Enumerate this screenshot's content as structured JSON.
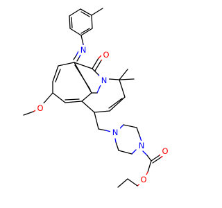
{
  "atoms": {
    "n_imine": "N",
    "o_ketone": "O",
    "n_ring": "N",
    "o_methoxy": "O",
    "n_pip1": "N",
    "n_pip2": "N",
    "o_carbonyl": "O",
    "o_ester": "O"
  },
  "colors": {
    "carbon_bond": "#000000",
    "nitrogen": "#0000ff",
    "oxygen": "#ff0000",
    "background": "#ffffff"
  }
}
